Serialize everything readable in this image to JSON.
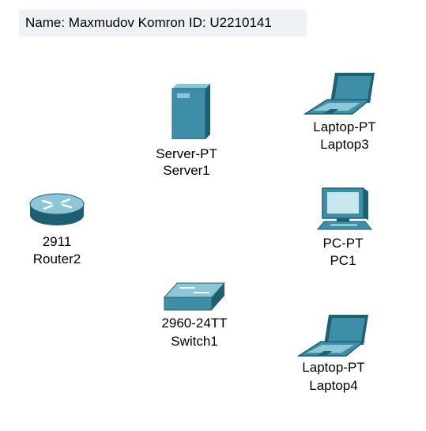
{
  "note": {
    "text": "Name: Maxmudov Komron ID: U2210141"
  },
  "devices": {
    "server1": {
      "model": "Server-PT",
      "name": "Server1",
      "icon": "server-icon"
    },
    "laptop3": {
      "model": "Laptop-PT",
      "name": "Laptop3",
      "icon": "laptop-icon"
    },
    "router2": {
      "model": "2911",
      "name": "Router2",
      "icon": "router-icon"
    },
    "pc1": {
      "model": "PC-PT",
      "name": "PC1",
      "icon": "pc-icon"
    },
    "switch1": {
      "model": "2960-24TT",
      "name": "Switch1",
      "icon": "switch-icon"
    },
    "laptop4": {
      "model": "Laptop-PT",
      "name": "Laptop4",
      "icon": "laptop-icon"
    }
  },
  "colors": {
    "device_body": "#3d8ea6",
    "device_dark": "#1f5f72",
    "device_light": "#8cc7d8",
    "note_bg": "#eef1f6"
  }
}
